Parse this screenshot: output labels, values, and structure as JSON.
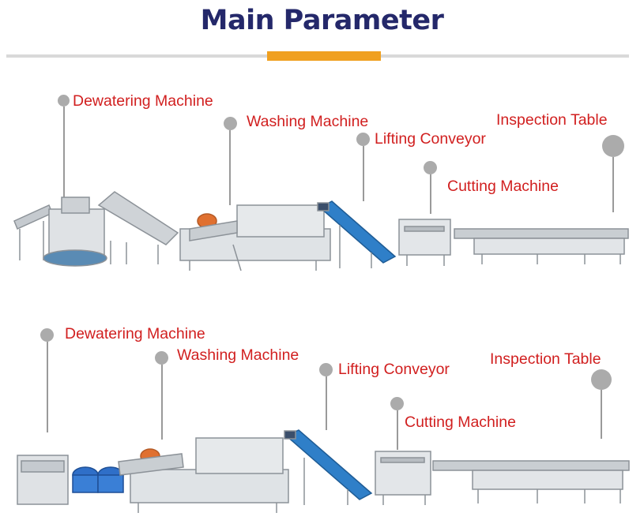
{
  "header": {
    "title": "Main Parameter"
  },
  "colors": {
    "title": "#24286a",
    "accent": "#f0a020",
    "label": "#d11f1f",
    "marker": "#ababab"
  },
  "lines": [
    {
      "labels": {
        "dewatering": "Dewatering Machine",
        "washing": "Washing Machine",
        "lifting": "Lifting Conveyor",
        "cutting": "Cutting Machine",
        "inspection": "Inspection Table"
      }
    },
    {
      "labels": {
        "dewatering": "Dewatering Machine",
        "washing": "Washing Machine",
        "lifting": "Lifting Conveyor",
        "cutting": "Cutting Machine",
        "inspection": "Inspection Table"
      }
    }
  ]
}
